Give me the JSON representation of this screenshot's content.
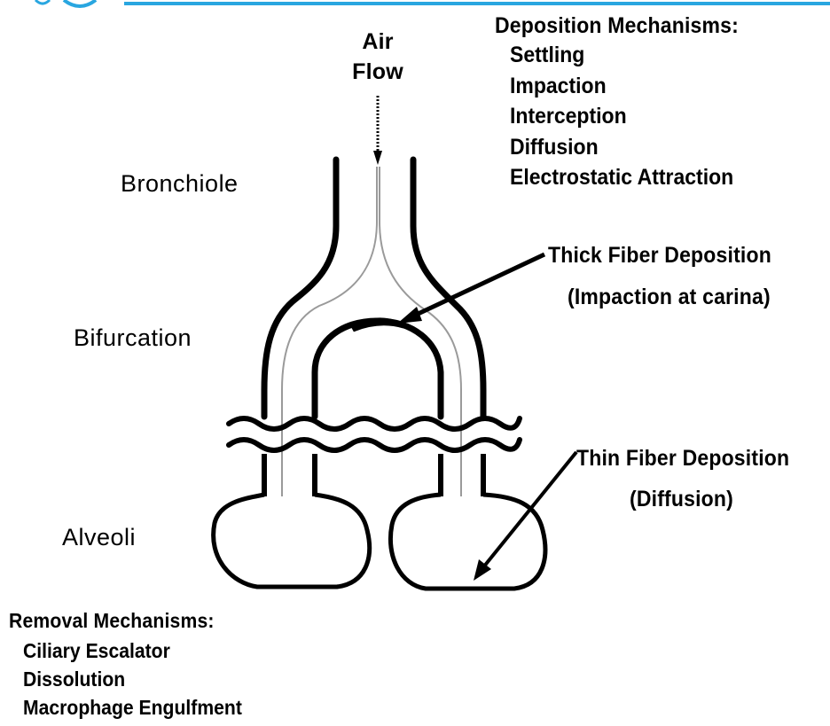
{
  "labels": {
    "air_flow_line1": "Air",
    "air_flow_line2": "Flow",
    "bronchiole": "Bronchiole",
    "bifurcation": "Bifurcation",
    "alveoli": "Alveoli",
    "thick_fiber_title": "Thick Fiber Deposition",
    "thick_fiber_note": "(Impaction at carina)",
    "thin_fiber_title": "Thin Fiber Deposition",
    "thin_fiber_note": "(Diffusion)"
  },
  "deposition": {
    "heading": "Deposition Mechanisms:",
    "items": [
      "Settling",
      "Impaction",
      "Interception",
      "Diffusion",
      "Electrostatic Attraction"
    ]
  },
  "removal": {
    "heading": "Removal Mechanisms:",
    "items": [
      "Ciliary Escalator",
      "Dissolution",
      "Macrophage Engulfment"
    ]
  },
  "colors": {
    "top_border": "#29a6e0",
    "outline": "#000000",
    "flow_line": "#9a9a9a"
  }
}
